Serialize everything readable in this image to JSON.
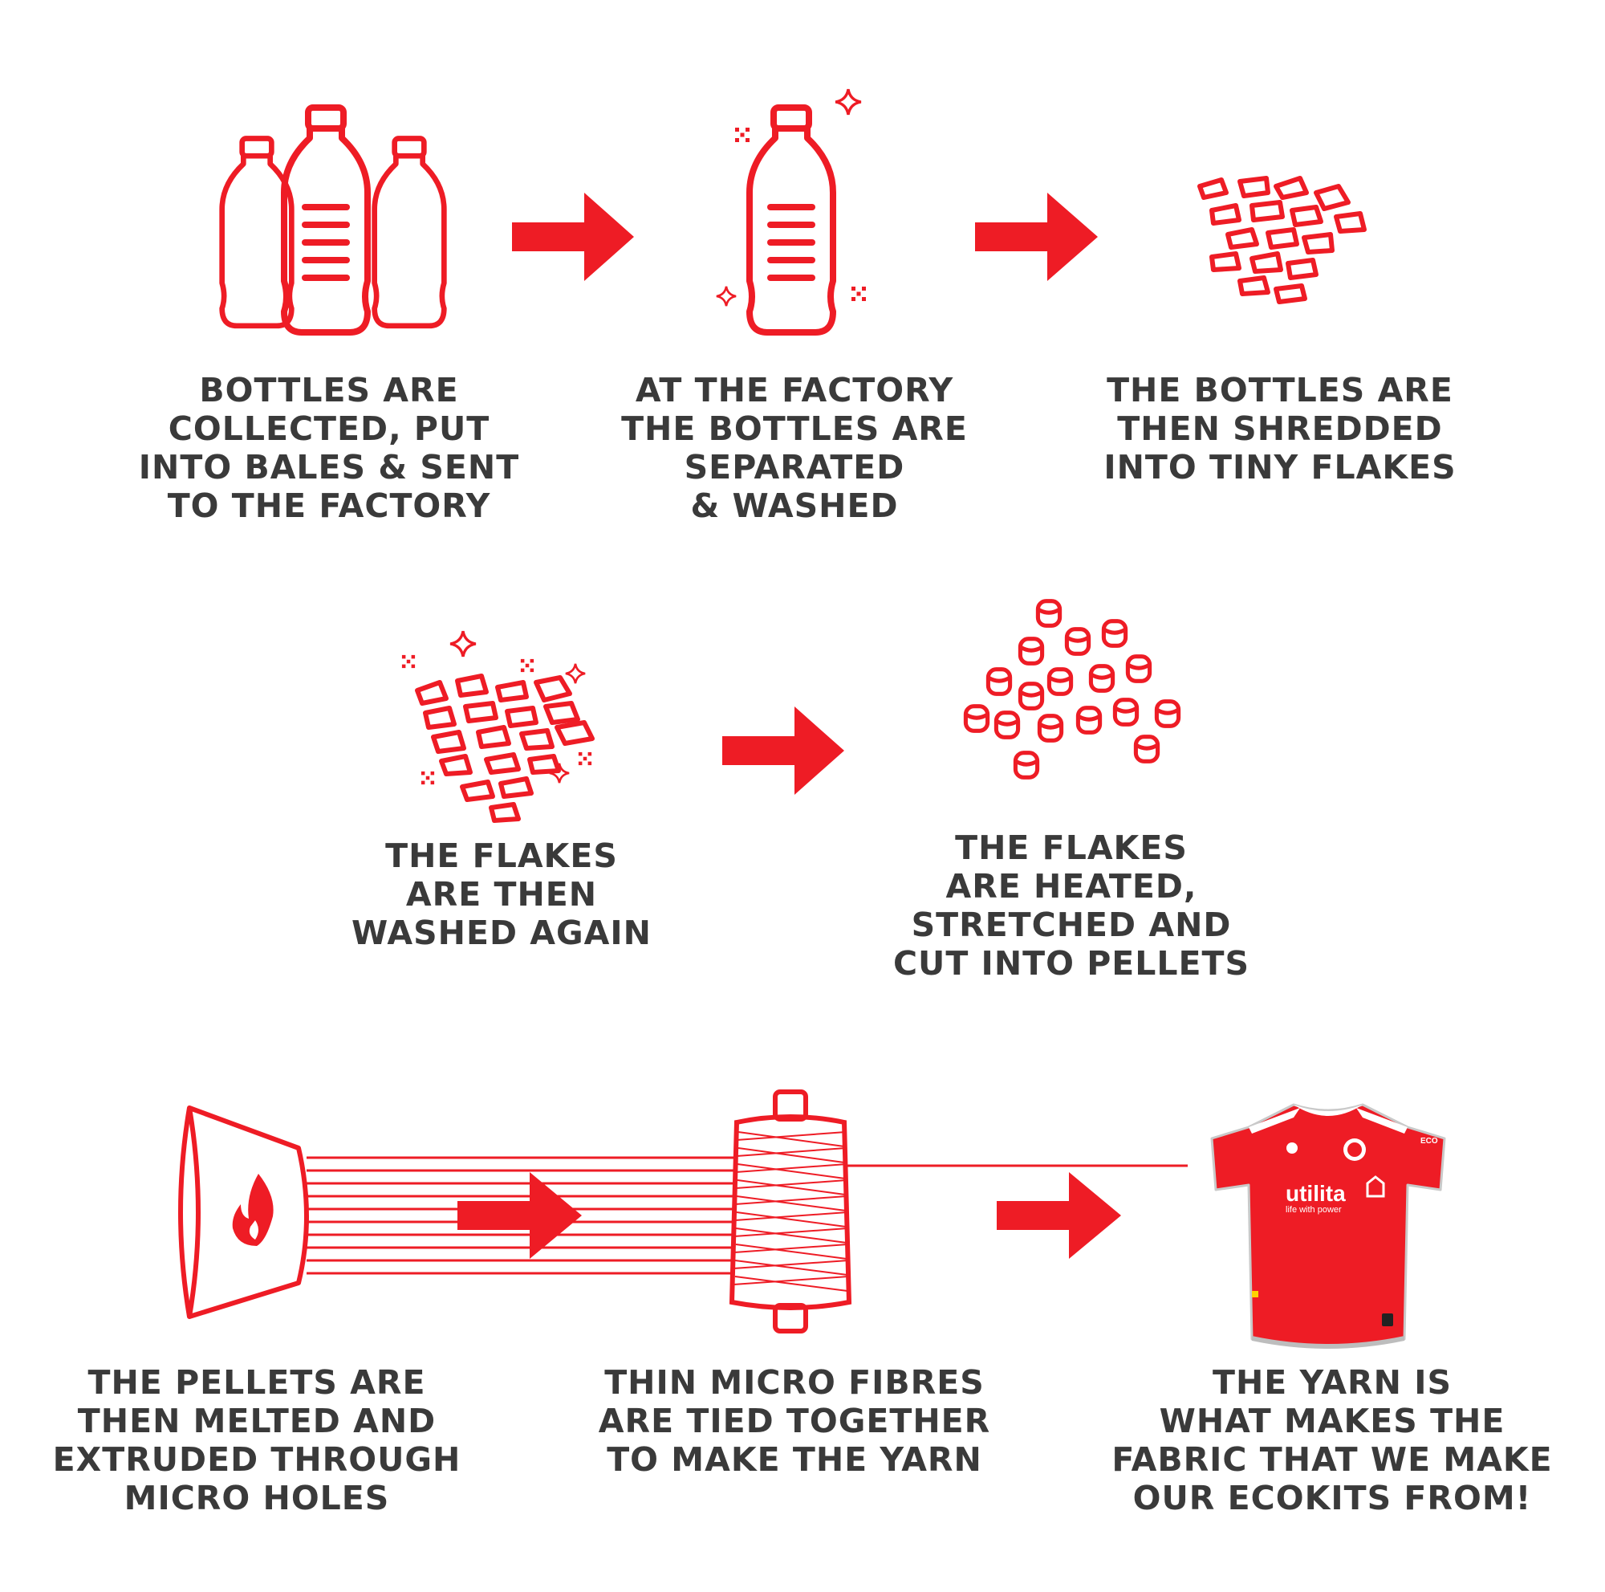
{
  "colors": {
    "accent": "#ee1c25",
    "text": "#3a3a3a",
    "background": "#ffffff"
  },
  "steps": [
    {
      "icon": "three-bottles-icon",
      "lines": [
        "BOTTLES ARE",
        "COLLECTED, PUT",
        "INTO BALES & SENT",
        "TO THE FACTORY"
      ]
    },
    {
      "icon": "clean-bottle-icon",
      "lines": [
        "AT THE FACTORY",
        "THE BOTTLES ARE",
        "SEPARATED",
        "& WASHED"
      ]
    },
    {
      "icon": "flakes-icon",
      "lines": [
        "THE BOTTLES ARE",
        "THEN SHREDDED",
        "INTO TINY FLAKES"
      ]
    },
    {
      "icon": "washed-flakes-icon",
      "lines": [
        "THE FLAKES",
        "ARE THEN",
        "WASHED AGAIN"
      ]
    },
    {
      "icon": "pellets-icon",
      "lines": [
        "THE FLAKES",
        "ARE HEATED,",
        "STRETCHED AND",
        "CUT INTO PELLETS"
      ]
    },
    {
      "icon": "extruder-icon",
      "lines": [
        "THE PELLETS ARE",
        "THEN MELTED AND",
        "EXTRUDED THROUGH",
        "MICRO HOLES"
      ]
    },
    {
      "icon": "yarn-spool-icon",
      "lines": [
        "THIN MICRO FIBRES",
        "ARE TIED TOGETHER",
        "TO MAKE THE YARN"
      ]
    },
    {
      "icon": "football-shirt-icon",
      "lines": [
        "THE YARN IS",
        "WHAT MAKES THE",
        "FABRIC THAT WE MAKE",
        "OUR ECOKITS FROM!"
      ]
    }
  ],
  "shirt": {
    "sponsor": "utilita",
    "tagline": "life with power",
    "sleeve": "ECO"
  }
}
